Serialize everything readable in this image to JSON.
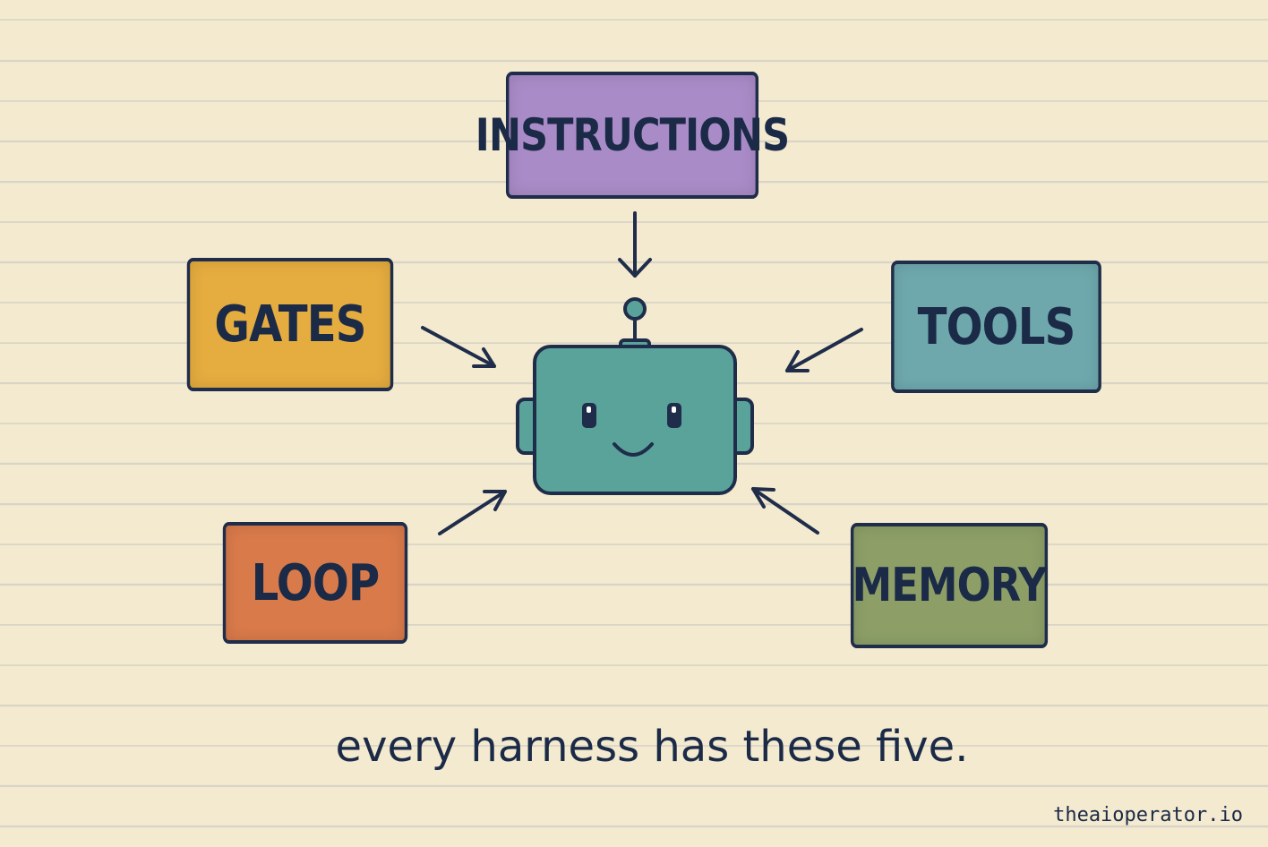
{
  "boxes": {
    "instructions": {
      "label": "INSTRUCTIONS",
      "color": "#a98bc7"
    },
    "gates": {
      "label": "GATES",
      "color": "#e5ac3f"
    },
    "tools": {
      "label": "TOOLS",
      "color": "#6ea8ad"
    },
    "loop": {
      "label": "LOOP",
      "color": "#d97a4a"
    },
    "memory": {
      "label": "MEMORY",
      "color": "#8d9f67"
    }
  },
  "robot": {
    "color": "#5aa39b",
    "outline": "#1f2d4a"
  },
  "caption": "every harness has these five.",
  "footer": "theaioperator.io",
  "colors": {
    "background": "#f4ead0",
    "ruled_line": "#d8d4c6",
    "ink": "#1b2a47"
  }
}
